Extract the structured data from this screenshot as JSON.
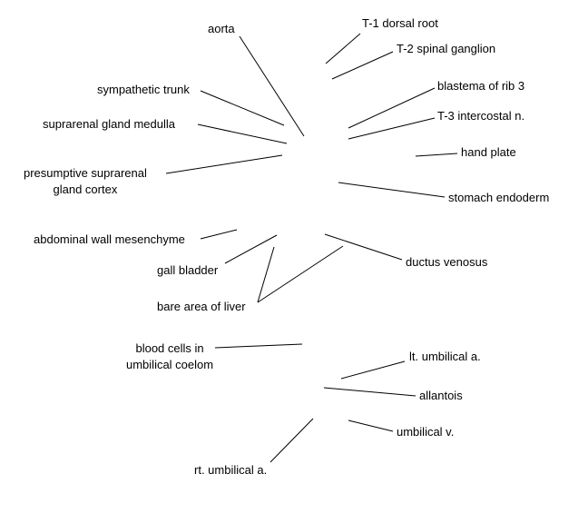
{
  "labels": {
    "aorta": "aorta",
    "t1_dorsal_root": "T-1 dorsal root",
    "t2_spinal_ganglion": "T-2 spinal ganglion",
    "sympathetic_trunk": "sympathetic trunk",
    "blastema_rib3": "blastema of rib 3",
    "suprarenal_medulla": "suprarenal gland medulla",
    "t3_intercostal": "T-3 intercostal n.",
    "hand_plate": "hand plate",
    "presumptive_suprarenal": [
      "presumptive suprarenal",
      "gland cortex"
    ],
    "stomach_endoderm": "stomach endoderm",
    "abdominal_wall": "abdominal wall mesenchyme",
    "ductus_venosus": "ductus venosus",
    "gall_bladder": "gall bladder",
    "bare_area_liver": "bare area of liver",
    "blood_cells": [
      "blood cells in",
      "umbilical coelom"
    ],
    "lt_umbilical_a": "lt. umbilical a.",
    "allantois": "allantois",
    "umbilical_v": "umbilical v.",
    "rt_umbilical_a": "rt. umbilical a."
  },
  "colors": {
    "line": "#000000",
    "text": "#000000",
    "background": "#ffffff"
  }
}
